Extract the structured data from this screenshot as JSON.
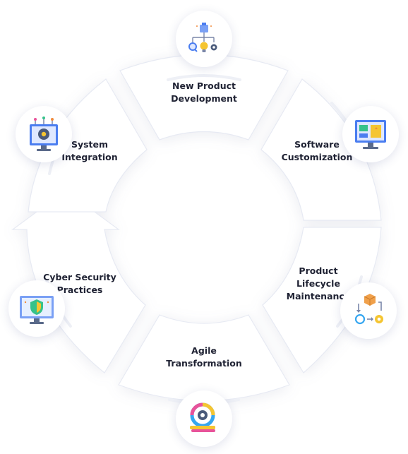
{
  "diagram": {
    "steps": [
      {
        "label": "New Product\nDevelopment",
        "icon": "idea-hierarchy-icon"
      },
      {
        "label": "Software\nCustomization",
        "icon": "monitor-dashboard-icon"
      },
      {
        "label": "Product\nLifecycle\nMaintenance",
        "icon": "lifecycle-cycle-icon"
      },
      {
        "label": "Agile\nTransformation",
        "icon": "agile-gear-icon"
      },
      {
        "label": "Cyber Security\nPractices",
        "icon": "security-shield-monitor-icon"
      },
      {
        "label": "System\nIntegration",
        "icon": "integration-gear-monitor-icon"
      }
    ]
  },
  "colors": {
    "segment_fill": "#ffffff",
    "segment_border": "#e7eaf3",
    "text": "#1f2233",
    "icon_blue": "#4a7df0",
    "icon_yellow": "#f5c531",
    "icon_orange": "#f08a3c",
    "icon_green": "#35c28a",
    "icon_pink": "#e8539a"
  }
}
